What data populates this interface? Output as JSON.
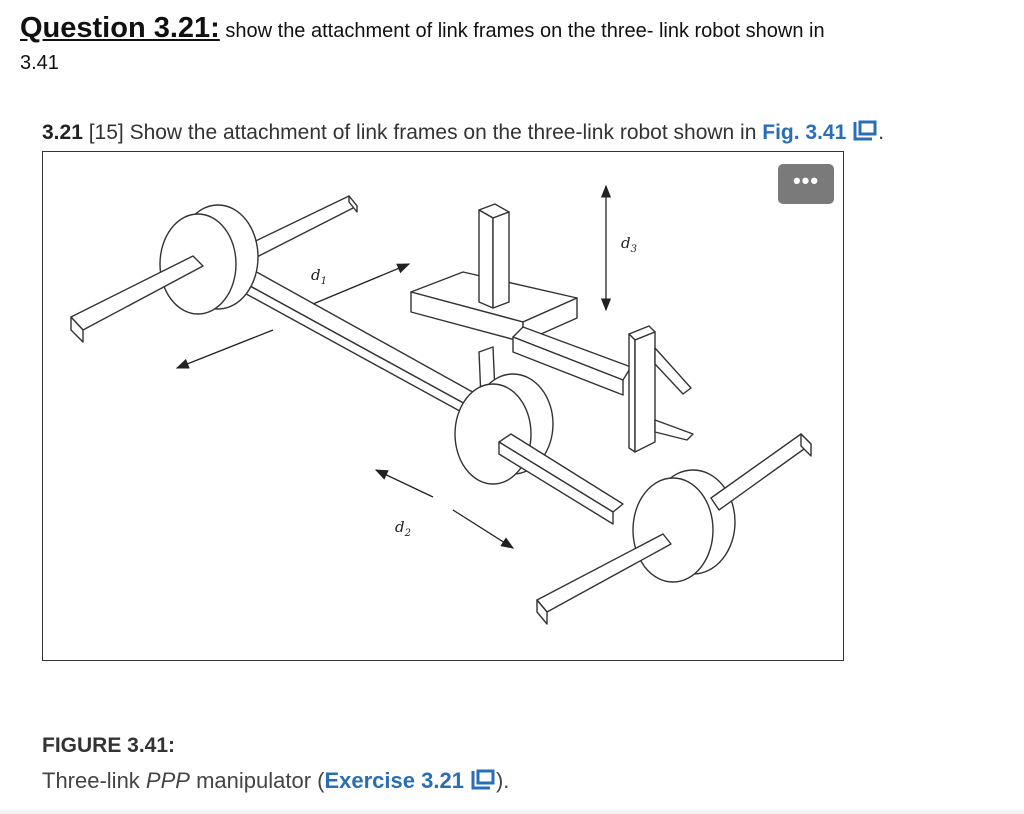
{
  "question": {
    "title": "Question 3.21:",
    "text": " show the attachment of link frames on the three- link robot shown in",
    "number_line": "3.41"
  },
  "exercise": {
    "number": "3.21",
    "points": " [15] Show the attachment of link frames on the three-link robot shown in ",
    "fig_link": "Fig. 3.41",
    "end": "."
  },
  "figure": {
    "more_button": "•••",
    "labels": {
      "d1": "d",
      "d1_sub": "1",
      "d2": "d",
      "d2_sub": "2",
      "d3": "d",
      "d3_sub": "3"
    },
    "label": "FIGURE 3.41:",
    "caption_prefix": "Three-link ",
    "caption_italic": "PPP",
    "caption_mid": " manipulator (",
    "caption_link": "Exercise 3.21",
    "caption_end": ")."
  },
  "icons": {
    "external": "open-in-new-icon"
  }
}
